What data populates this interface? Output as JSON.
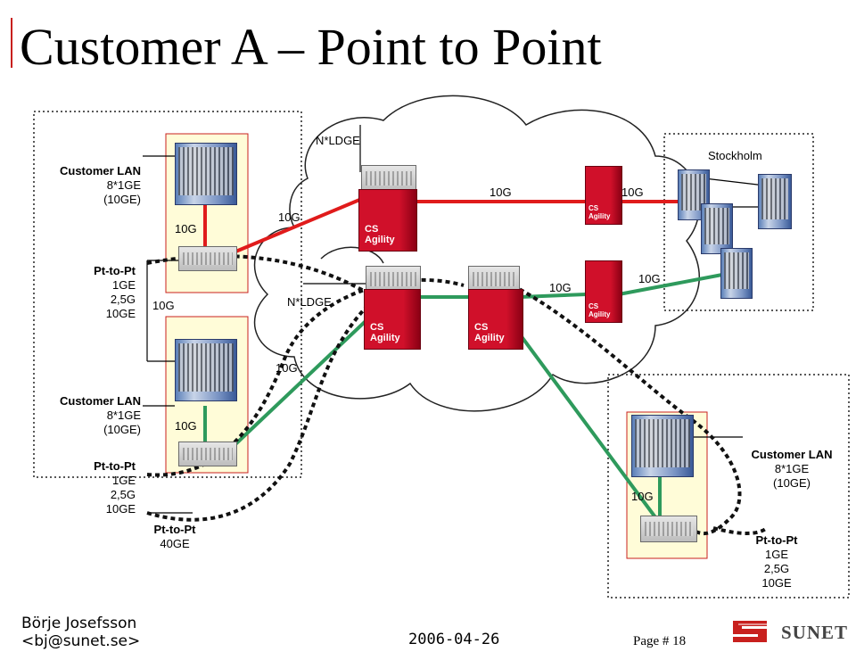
{
  "title": "Customer A – Point to Point",
  "site1": {
    "lan_heading": "Customer LAN",
    "lan_line1": "8*1GE",
    "lan_line2": "(10GE)",
    "p2p_heading": "Pt-to-Pt",
    "p2p_line1": "1GE",
    "p2p_line2": "2,5G",
    "p2p_line3": "10GE",
    "link_10g_a": "10G",
    "link_10g_b": "10G"
  },
  "site2": {
    "lan_heading": "Customer LAN",
    "lan_line1": "8*1GE",
    "lan_line2": "(10GE)",
    "p2p_heading": "Pt-to-Pt",
    "p2p_line1": "1GE",
    "p2p_line2": "2,5G",
    "p2p_line3": "10GE",
    "link_10g": "10G",
    "p2p40_heading": "Pt-to-Pt",
    "p2p40_line1": "40GE"
  },
  "site3": {
    "lan_heading": "Customer LAN",
    "lan_line1": "8*1GE",
    "lan_line2": "(10GE)",
    "p2p_heading": "Pt-to-Pt",
    "p2p_line1": "1GE",
    "p2p_line2": "2,5G",
    "p2p_line3": "10GE",
    "link_10g": "10G"
  },
  "core": {
    "nldge_top": "N*LDGE",
    "nldge_mid": "N*LDGE",
    "link_red_left": "10G",
    "link_red_mid": "10G",
    "link_red_right": "10G",
    "link_green_mid": "10G",
    "link_green_right": "10G",
    "link_green_left": "10G",
    "agility_label": "CS\nAgility",
    "stockholm": "Stockholm"
  },
  "footer": {
    "author": "Börje Josefsson",
    "email": "<bj@sunet.se>",
    "date": "2006-04-26",
    "page": "Page # 18",
    "logo": "SUNET"
  },
  "colors": {
    "red_link": "#e01b1b",
    "green_link": "#2e9a5c",
    "agility_red": "#d0102a",
    "site_fill": "#fffcd8"
  }
}
